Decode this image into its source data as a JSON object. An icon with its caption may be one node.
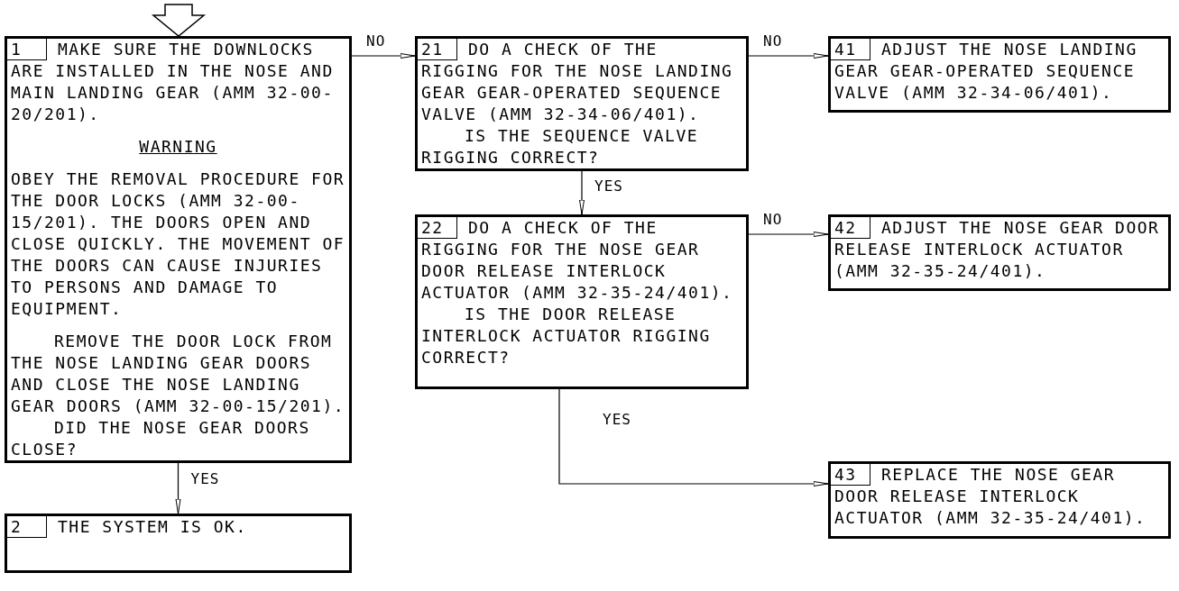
{
  "diagram": {
    "nodes": [
      {
        "text": [
          "1",
          "MAKE SURE THE DOWNLOCKS ARE INSTALLED IN THE NOSE AND MAIN LANDING GEAR (AMM 32-00-20/201).",
          "WARNING",
          "OBEY THE REMOVAL PROCEDURE FOR THE DOOR LOCKS (AMM 32-00-15/201). THE DOORS OPEN AND CLOSE QUICKLY. THE MOVEMENT OF THE DOORS CAN CAUSE INJURIES TO PERSONS AND DAMAGE TO EQUIPMENT.",
          "REMOVE THE DOOR LOCK FROM THE NOSE LANDING GEAR DOORS AND CLOSE THE NOSE LANDING GEAR DOORS (AMM 32-00-15/201).",
          "DID THE NOSE GEAR DOORS CLOSE?"
        ]
      },
      {
        "text": [
          "21",
          "DO A CHECK OF THE RIGGING FOR THE NOSE LANDING GEAR GEAR-OPERATED SEQUENCE VALVE (AMM 32-34-06/401).",
          "IS THE SEQUENCE VALVE RIGGING CORRECT?"
        ]
      },
      {
        "text": [
          "41",
          "ADJUST THE NOSE LANDING GEAR GEAR-OPERATED SEQUENCE VALVE (AMM 32-34-06/401)."
        ]
      },
      {
        "text": [
          "22",
          "DO A CHECK OF THE RIGGING FOR THE NOSE GEAR DOOR RELEASE INTERLOCK ACTUATOR (AMM 32-35-24/401).",
          "IS THE DOOR RELEASE INTERLOCK ACTUATOR RIGGING CORRECT?"
        ]
      },
      {
        "text": [
          "42",
          "ADJUST THE NOSE GEAR DOOR RELEASE INTERLOCK ACTUATOR (AMM 32-35-24/401)."
        ]
      },
      {
        "text": [
          "43",
          "REPLACE THE NOSE GEAR DOOR RELEASE INTERLOCK ACTUATOR (AMM 32-35-24/401)."
        ]
      },
      {
        "text": [
          "2",
          "THE SYSTEM IS OK."
        ]
      }
    ],
    "edges": [
      {
        "from": null,
        "to": 0,
        "arrow": "to"
      },
      {
        "from": 0,
        "to": 1,
        "arrow": "to",
        "label": "NO"
      },
      {
        "from": 1,
        "to": 2,
        "arrow": "to",
        "label": "NO"
      },
      {
        "from": 1,
        "to": 3,
        "arrow": "to",
        "label": "YES"
      },
      {
        "from": 3,
        "to": 4,
        "arrow": "to",
        "label": "NO"
      },
      {
        "from": 3,
        "to": 5,
        "arrow": "to",
        "label": "YES"
      },
      {
        "from": 0,
        "to": 6,
        "arrow": "to",
        "label": "YES"
      }
    ]
  }
}
